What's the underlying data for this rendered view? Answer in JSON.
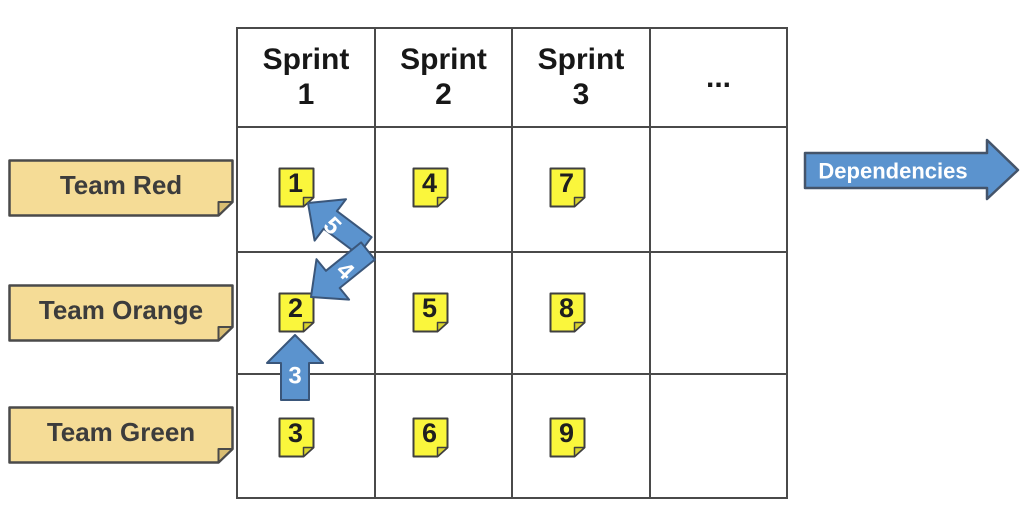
{
  "board": {
    "headers": [
      {
        "line1": "Sprint",
        "line2": "1"
      },
      {
        "line1": "Sprint",
        "line2": "2"
      },
      {
        "line1": "Sprint",
        "line2": "3"
      },
      {
        "line1": "",
        "line2": "..."
      }
    ]
  },
  "teams": [
    {
      "label": "Team Red"
    },
    {
      "label": "Team Orange"
    },
    {
      "label": "Team Green"
    }
  ],
  "stickies": [
    {
      "label": "1"
    },
    {
      "label": "2"
    },
    {
      "label": "3"
    },
    {
      "label": "4"
    },
    {
      "label": "5"
    },
    {
      "label": "6"
    },
    {
      "label": "7"
    },
    {
      "label": "8"
    },
    {
      "label": "9"
    }
  ],
  "arrows": {
    "dep5": "5",
    "dep4": "4",
    "dep3": "3",
    "legend": "Dependencies"
  },
  "colors": {
    "sticky_yellow": "#FAF63C",
    "note_tan": "#F5DC96",
    "arrow_blue": "#5B93CE",
    "outline_dark": "#4a4a4a"
  }
}
